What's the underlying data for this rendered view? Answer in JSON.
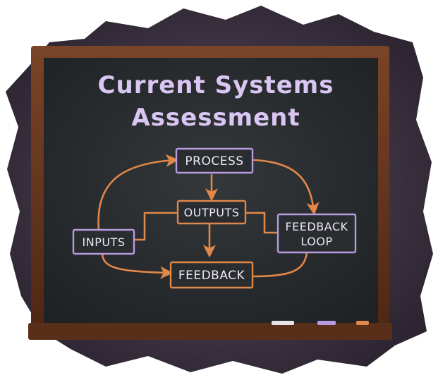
{
  "board": {
    "title_line1": "Current Systems",
    "title_line2": "Assessment"
  },
  "nodes": {
    "process": "PROCESS",
    "outputs": "OUTPUTS",
    "inputs": "INPUTS",
    "feedback_loop_line1": "FEEDBACK",
    "feedback_loop_line2": "LOOP",
    "feedback": "FEEDBACK"
  },
  "colors": {
    "board": "#2a2d30",
    "frame": "#6b3a22",
    "chalk_purple": "#b79be0",
    "chalk_orange": "#e0874a",
    "chalk_white": "#ece6f5"
  }
}
